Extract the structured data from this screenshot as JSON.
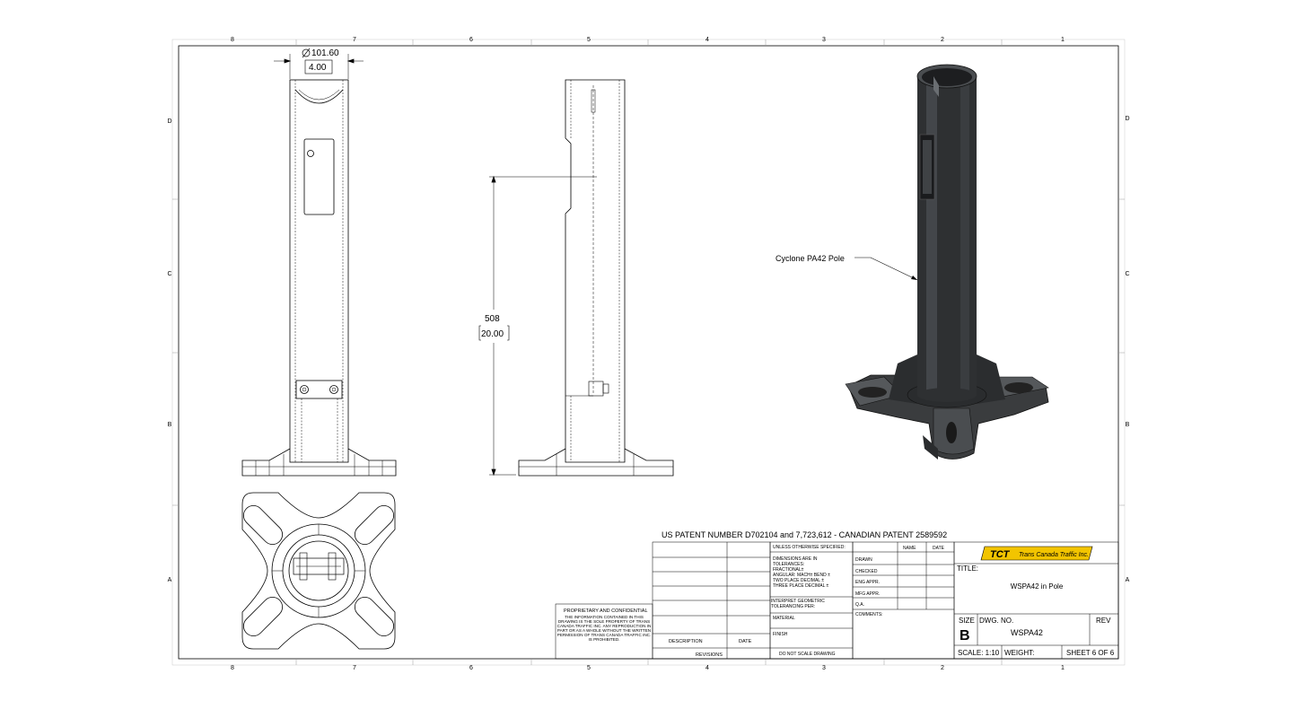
{
  "border": {
    "columns_top": [
      "8",
      "7",
      "6",
      "5",
      "4",
      "3",
      "2",
      "1"
    ],
    "columns_bottom": [
      "8",
      "7",
      "6",
      "5",
      "4",
      "3",
      "2",
      "1"
    ],
    "rows_left": [
      "D",
      "C",
      "B",
      "A"
    ],
    "rows_right": [
      "D",
      "C",
      "B",
      "A"
    ]
  },
  "dimensions": {
    "diameter_mm": "101.60",
    "diameter_in": "4.00",
    "height_mm": "508",
    "height_in": "20.00"
  },
  "callout": {
    "label": "Cyclone PA42 Pole"
  },
  "patent_note": "US PATENT NUMBER D702104 and 7,723,612 - CANADIAN PATENT 2589592",
  "title_block": {
    "company_logo_text": "Trans Canada Traffic Inc.",
    "logo_mark": "TCT",
    "title_label": "TITLE:",
    "title_value": "WSPA42 in Pole",
    "size_label": "SIZE",
    "size_value": "B",
    "dwg_no_label": "DWG. NO.",
    "dwg_no_value": "WSPA42",
    "rev_label": "REV",
    "scale": "SCALE: 1:10",
    "weight": "WEIGHT:",
    "sheet": "SHEET 6 OF 6",
    "name_col": "NAME",
    "date_col": "DATE",
    "rows": [
      "DRAWN",
      "CHECKED",
      "ENG APPR.",
      "MFG APPR.",
      "Q.A.",
      "COMMENTS:"
    ]
  },
  "tolerance_block": {
    "header": "UNLESS OTHERWISE SPECIFIED:",
    "lines": [
      "DIMENSIONS ARE IN",
      "TOLERANCES:",
      "FRACTIONAL±",
      "ANGULAR: MACH±   BEND ±",
      "TWO PLACE DECIMAL   ±",
      "THREE PLACE DECIMAL  ±"
    ],
    "interpret": "INTERPRET GEOMETRIC TOLERANCING PER:",
    "material": "MATERIAL",
    "finish": "FINISH",
    "do_not_scale": "DO NOT SCALE DRAWING"
  },
  "revisions": {
    "description_label": "DESCRIPTION",
    "date_label": "DATE",
    "revisions_label": "REVISIONS"
  },
  "proprietary": {
    "heading": "PROPRIETARY AND CONFIDENTIAL",
    "body": "THE INFORMATION CONTAINED IN THIS DRAWING IS THE SOLE PROPERTY OF TRANS CANADA TRAFFIC INC. ANY REPRODUCTION IN PART OR AS A WHOLE WITHOUT THE WRITTEN PERMISSION OF TRANS CANADA TRAFFIC INC. IS PROHIBITED."
  },
  "colors": {
    "line": "#000000",
    "logo_bg": "#f2c400",
    "pole_dark": "#2e3032",
    "pole_mid": "#4a4d50",
    "pole_light": "#7a7e82"
  }
}
